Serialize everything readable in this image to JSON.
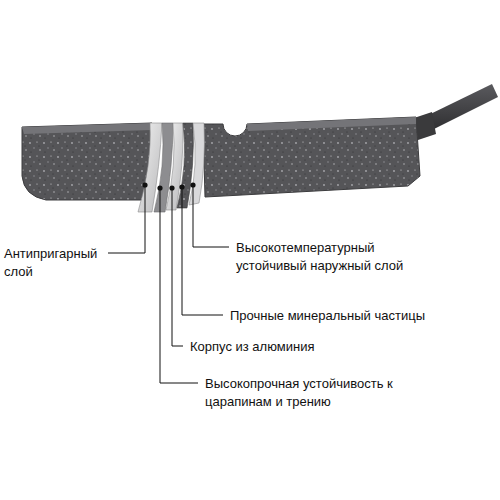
{
  "diagram": {
    "labels": [
      "Антипригарный слой",
      "Высокотемпературный устойчивый наружный слой",
      "Прочные минеральный частицы",
      "Корпус из алюминия",
      "Высокопрочная устойчивость к царапинам и трению"
    ]
  }
}
